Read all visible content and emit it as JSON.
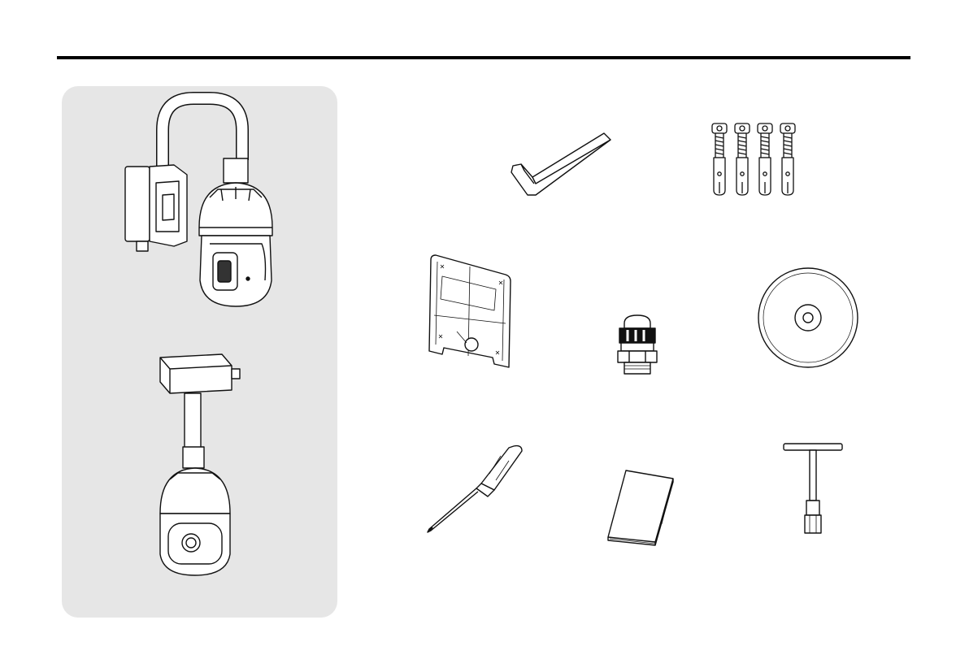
{
  "page": {
    "background": "#ffffff",
    "rule_color": "#000000",
    "panel_color": "#e6e6e6"
  },
  "components": [
    {
      "name": "camera-wall-mount",
      "icon": "camera-wall-mount-icon"
    },
    {
      "name": "camera-pendant-mount",
      "icon": "camera-pendant-mount-icon"
    },
    {
      "name": "hex-key",
      "icon": "hex-key-icon"
    },
    {
      "name": "anchor-bolts",
      "icon": "anchor-bolts-icon"
    },
    {
      "name": "mounting-template",
      "icon": "template-sheet-icon"
    },
    {
      "name": "cable-gland",
      "icon": "cable-gland-icon"
    },
    {
      "name": "cd-disc",
      "icon": "cd-icon"
    },
    {
      "name": "screwdriver",
      "icon": "screwdriver-icon"
    },
    {
      "name": "manual-booklet",
      "icon": "booklet-icon"
    },
    {
      "name": "t-wrench",
      "icon": "t-wrench-icon"
    }
  ]
}
